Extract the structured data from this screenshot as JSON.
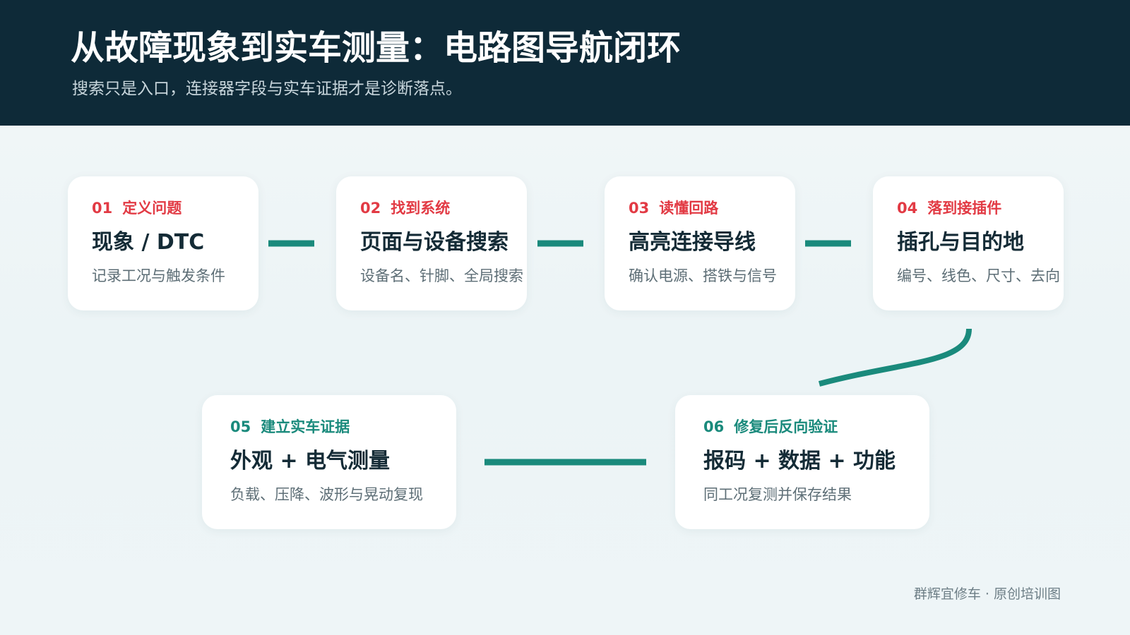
{
  "header": {
    "title": "从故障现象到实车测量：电路图导航闭环",
    "subtitle": "搜索只是入口，连接器字段与实车证据才是诊断落点。"
  },
  "steps": [
    {
      "num": "01",
      "label": "定义问题",
      "title": "现象 / DTC",
      "desc": "记录工况与触发条件"
    },
    {
      "num": "02",
      "label": "找到系统",
      "title": "页面与设备搜索",
      "desc": "设备名、针脚、全局搜索"
    },
    {
      "num": "03",
      "label": "读懂回路",
      "title": "高亮连接导线",
      "desc": "确认电源、搭铁与信号"
    },
    {
      "num": "04",
      "label": "落到接插件",
      "title": "插孔与目的地",
      "desc": "编号、线色、尺寸、去向"
    },
    {
      "num": "05",
      "label": "建立实车证据",
      "title": "外观 + 电气测量",
      "desc": "负载、压降、波形与晃动复现"
    },
    {
      "num": "06",
      "label": "修复后反向验证",
      "title": "报码 + 数据 + 功能",
      "desc": "同工况复测并保存结果"
    }
  ],
  "colors": {
    "header_bg": "#0e2a38",
    "accent_red": "#e23a44",
    "accent_teal": "#1a8a7c"
  },
  "footer": "群辉宜修车 · 原创培训图"
}
